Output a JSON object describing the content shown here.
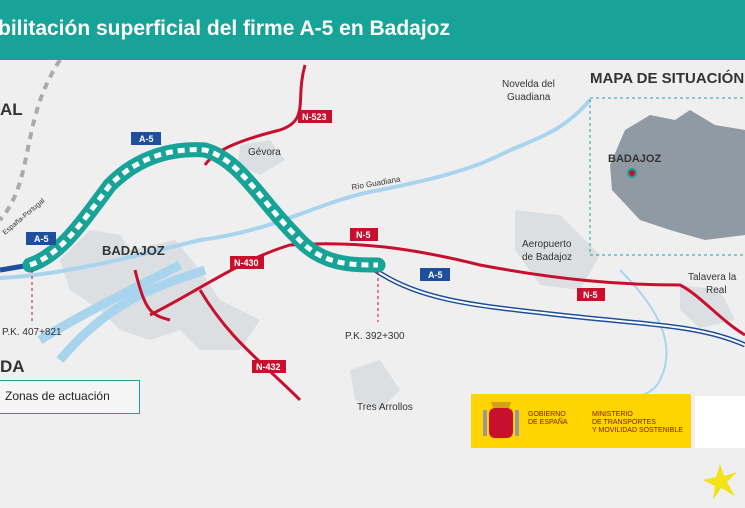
{
  "header": {
    "title": "bilitación superficial del firme A-5 en Badajoz"
  },
  "map": {
    "country_left": "AL",
    "country_left_bottom": "DA",
    "border_label": "España-Portugal",
    "places": {
      "badajoz": "BADAJOZ",
      "gevora": "Gévora",
      "novelda": "Novelda del",
      "novelda2": "Guadiana",
      "aeropuerto": "Aeropuerto",
      "aeropuerto2": "de Badajoz",
      "talavera": "Talavera la",
      "talavera2": "Real",
      "tres_arroyos": "Tres Arrollos",
      "rio": "Río Guadiana"
    },
    "roads": {
      "a5": "A-5",
      "n5": "N-5",
      "n523": "N-523",
      "n430": "N-430",
      "n432": "N-432"
    },
    "pk": {
      "start": "P.K. 407+821",
      "end": "P.K. 392+300"
    },
    "colors": {
      "teal": "#17a398",
      "red": "#c8102e",
      "blue": "#1d4f9c",
      "river": "#a9d4ee"
    }
  },
  "inset": {
    "title": "MAPA DE SITUACIÓN",
    "city": "BADAJOZ"
  },
  "legend": {
    "label": "Zonas de actuación"
  },
  "logo": {
    "gobierno": [
      "GOBIERNO",
      "DE ESPAÑA"
    ],
    "ministerio": [
      "MINISTERIO",
      "DE TRANSPORTES",
      "Y MOVILIDAD SOSTENIBLE"
    ]
  }
}
